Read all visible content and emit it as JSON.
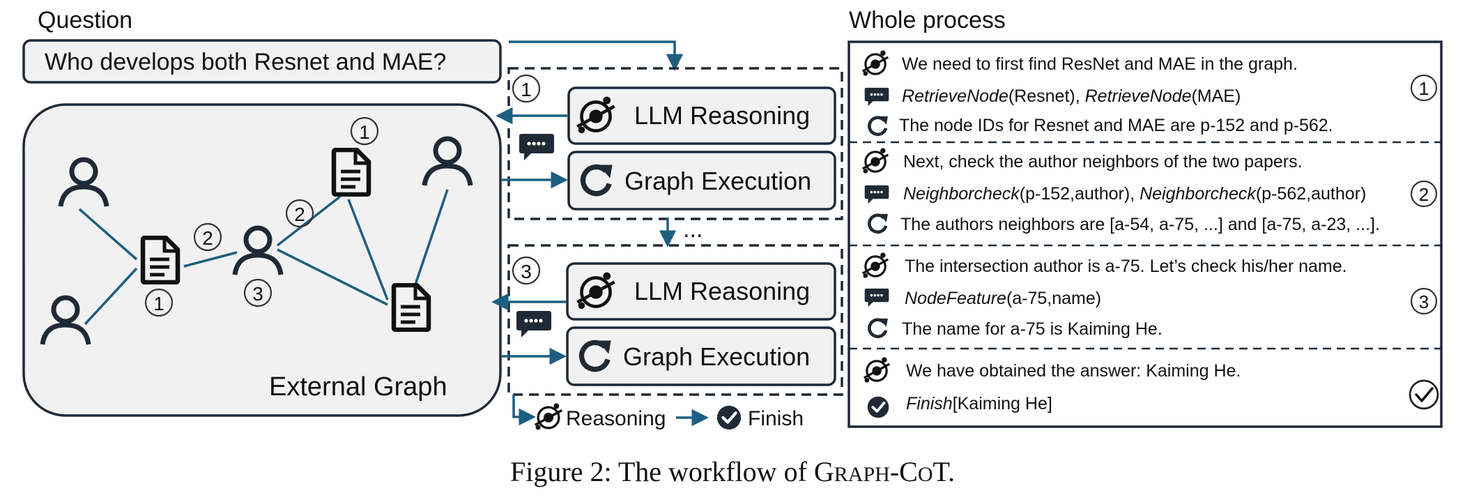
{
  "labels": {
    "question_heading": "Question",
    "whole_process_heading": "Whole process",
    "question_text": "Who develops both Resnet and MAE?",
    "external_graph": "External Graph",
    "ellipsis": "...",
    "legend_reasoning": "Reasoning",
    "legend_finish": "Finish"
  },
  "rounds": [
    {
      "marker": "1",
      "llm_label": "LLM Reasoning",
      "exec_label": "Graph Execution"
    },
    {
      "marker": "3",
      "llm_label": "LLM Reasoning",
      "exec_label": "Graph Execution"
    }
  ],
  "graph_markers": [
    "1",
    "2",
    "2",
    "3",
    "1"
  ],
  "process": [
    {
      "marker": "1",
      "thought": "We need to first find ResNet and MAE in the graph.",
      "action": [
        {
          "text": "RetrieveNode",
          "italic": true
        },
        {
          "text": "(Resnet), ",
          "italic": false
        },
        {
          "text": "RetrieveNode",
          "italic": true
        },
        {
          "text": "(MAE)",
          "italic": false
        }
      ],
      "result": "The node IDs for Resnet and MAE are p-152 and p-562."
    },
    {
      "marker": "2",
      "thought": "Next, check the author neighbors of the two papers.",
      "action": [
        {
          "text": "Neighborcheck",
          "italic": true
        },
        {
          "text": "(p-152,author), ",
          "italic": false
        },
        {
          "text": "Neighborcheck",
          "italic": true
        },
        {
          "text": "(p-562,author)",
          "italic": false
        }
      ],
      "result": "The authors neighbors are [a-54, a-75, ...] and [a-75, a-23, ...]."
    },
    {
      "marker": "3",
      "thought": "The intersection author is a-75. Let’s check his/her name.",
      "action": [
        {
          "text": "NodeFeature",
          "italic": true
        },
        {
          "text": "(a-75,name)",
          "italic": false
        }
      ],
      "result": "The name for a-75 is Kaiming He."
    },
    {
      "marker": "",
      "thought": "We have obtained the answer: Kaiming He.",
      "action": [
        {
          "text": "Finish",
          "italic": true
        },
        {
          "text": "[Kaiming He]",
          "italic": false
        }
      ],
      "result": ""
    }
  ],
  "caption": {
    "prefix": "Figure 2: The workflow of ",
    "g": "G",
    "raph": "RAPH",
    "dash": "-",
    "c": "C",
    "o": "O",
    "t": "T",
    "dot": "."
  },
  "colors": {
    "accent": "#1d5f80",
    "dark": "#1f2a36",
    "panel_fill": "#f1f1f1",
    "text": "#111111"
  }
}
